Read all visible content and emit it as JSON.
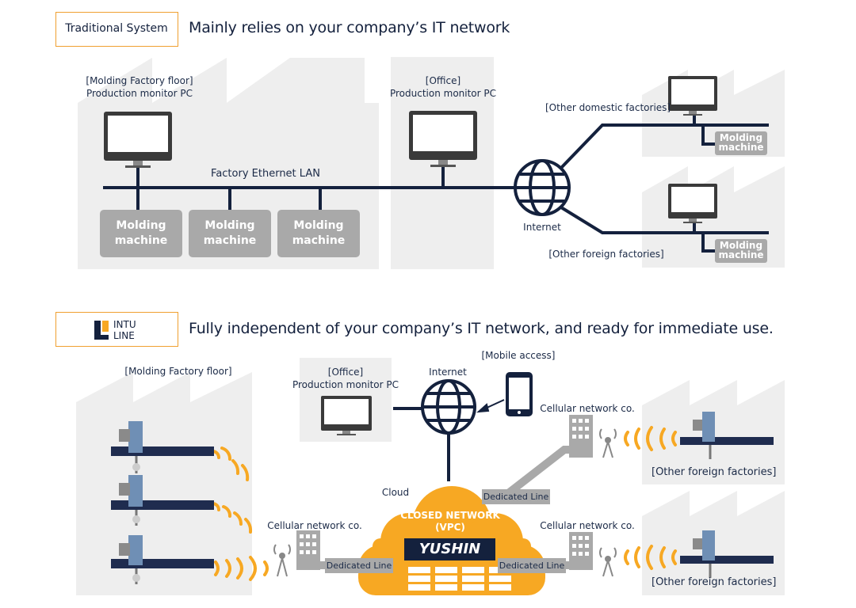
{
  "traditional": {
    "tag": "Traditional System",
    "headline": "Mainly relies on your company’s IT network",
    "factory_floor_label_1": "[Molding Factory floor]",
    "factory_floor_label_2": "Production monitor PC",
    "office_label_1": "[Office]",
    "office_label_2": "Production monitor PC",
    "lan_label": "Factory Ethernet LAN",
    "internet_label": "Internet",
    "domestic_label": "[Other domestic factories]",
    "foreign_label": "[Other foreign factories]",
    "machines": [
      {
        "line1": "Molding",
        "line2": "machine"
      },
      {
        "line1": "Molding",
        "line2": "machine"
      },
      {
        "line1": "Molding",
        "line2": "machine"
      }
    ],
    "small_machine_line1": "Molding",
    "small_machine_line2": "machine"
  },
  "intuline": {
    "logo_line1": "INTU",
    "logo_line2": "LINE",
    "headline": "Fully independent of your company’s IT network, and ready for immediate use.",
    "factory_floor_label": "[Molding Factory floor]",
    "office_label_1": "[Office]",
    "office_label_2": "Production monitor PC",
    "internet_label": "Internet",
    "mobile_label": "[Mobile access]",
    "cloud_label": "Cloud",
    "closed_network_1": "CLOSED NETWORK",
    "closed_network_2": "(VPC)",
    "yushin_logo": "YUSHIN",
    "cellular_left": "Cellular network co.",
    "cellular_right_top": "Cellular network co.",
    "cellular_right_bottom": "Cellular network co.",
    "dedicated_line": "Dedicated Line",
    "foreign_top": "[Other foreign factories]",
    "foreign_bottom": "[Other foreign factories]"
  },
  "colors": {
    "navy": "#14213d",
    "orange": "#f7a823",
    "gray": "#a9a9a9",
    "light_gray": "#eeeeee",
    "tag_border": "#f0a030"
  }
}
